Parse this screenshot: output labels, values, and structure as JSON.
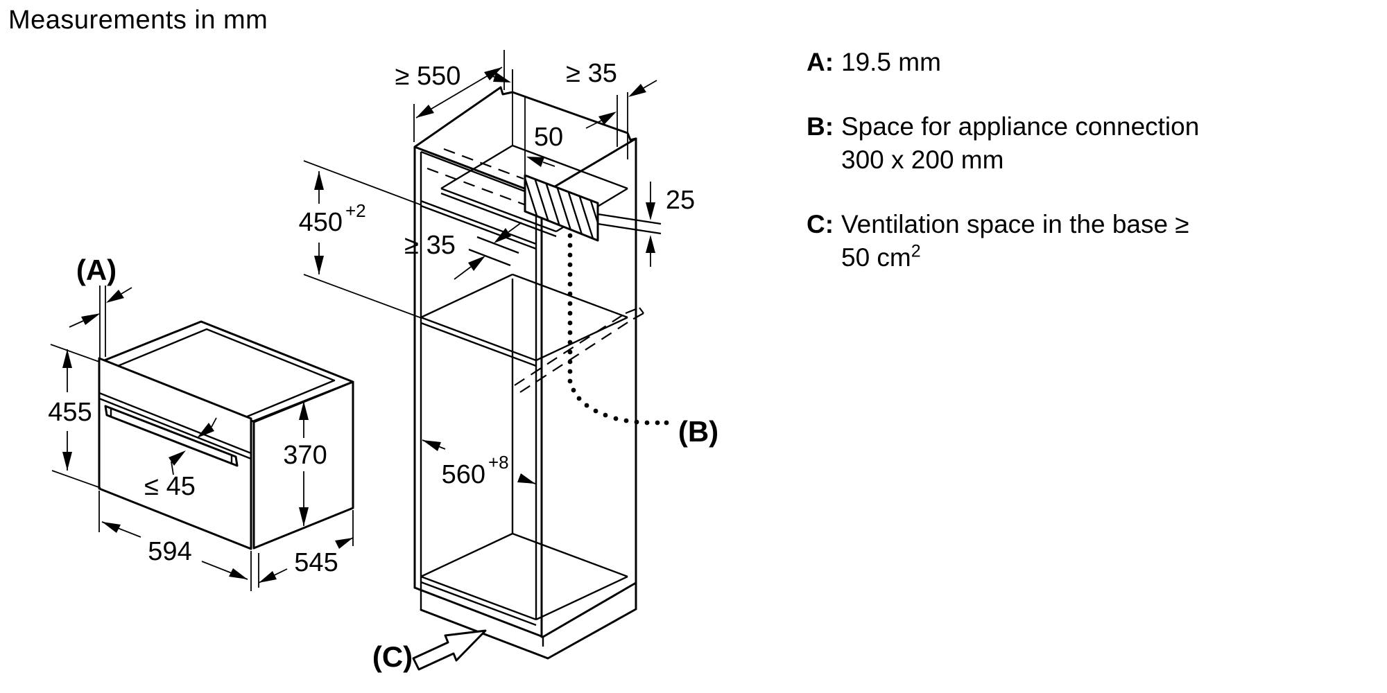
{
  "title": "Measurements in mm",
  "colors": {
    "line": "#000000",
    "background": "#ffffff",
    "text": "#000000"
  },
  "legend": {
    "a_key": "A:",
    "a_text": "19.5 mm",
    "b_key": "B:",
    "b_line1": "Space for appliance connection",
    "b_line2": "300 x 200 mm",
    "c_key": "C:",
    "c_line1": "Ventilation space in the base ≥",
    "c_line2_base": "50 cm",
    "c_line2_sup": "2"
  },
  "oven": {
    "label_a": "(A)",
    "front_height": "455",
    "handle_max": "≤ 45",
    "body_height": "370",
    "width": "594",
    "depth": "545"
  },
  "cabinet": {
    "depth_min": "≥ 550",
    "wall_gap_min": "≥ 35",
    "top_cutout": "50",
    "conn_offset": "25",
    "niche_height_base": "450",
    "niche_height_sup": "+2",
    "shelf_setback_min": "≥ 35",
    "niche_width_base": "560",
    "niche_width_sup": "+8",
    "label_b": "(B)",
    "label_c": "(C)"
  }
}
